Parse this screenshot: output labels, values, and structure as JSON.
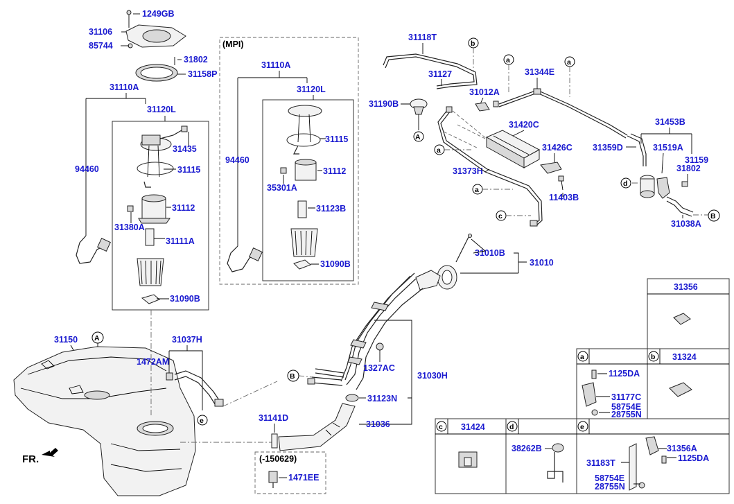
{
  "diagram": {
    "labels": {
      "p1249GB": "1249GB",
      "p31106": "31106",
      "p85744": "85744",
      "p31802a": "31802",
      "p31158P": "31158P",
      "p31110A_l": "31110A",
      "p31120L_l": "31120L",
      "p31435": "31435",
      "p94460_l": "94460",
      "p31115_l": "31115",
      "p31112_l": "31112",
      "p31380A": "31380A",
      "p31111A": "31111A",
      "p31090B_l": "31090B",
      "mpi": "(MPI)",
      "p31110A_r": "31110A",
      "p31120L_r": "31120L",
      "p31115_r": "31115",
      "p94460_r": "94460",
      "p31112_r": "31112",
      "p35301A": "35301A",
      "p31123B": "31123B",
      "p31090B_r": "31090B",
      "p31118T": "31118T",
      "p31127": "31127",
      "p31012A": "31012A",
      "p31344E": "31344E",
      "p31190B": "31190B",
      "p31420C": "31420C",
      "p31426C": "31426C",
      "p31373H": "31373H",
      "p11403B": "11403B",
      "p31453B": "31453B",
      "p31359D": "31359D",
      "p31519A": "31519A",
      "p31159": "31159",
      "p31802b": "31802",
      "p31038A": "31038A",
      "p31010B": "31010B",
      "p31010": "31010",
      "p31150": "31150",
      "p31037H": "31037H",
      "p1472AM": "1472AM",
      "p1327AC": "1327AC",
      "p31030H": "31030H",
      "p31123N": "31123N",
      "p31036": "31036",
      "p31141D": "31141D",
      "range": "(-150629)",
      "p1471EE": "1471EE",
      "fr": "FR.",
      "t31356": "31356",
      "t31324": "31324",
      "ta_head": "a",
      "tb_head": "b",
      "p1125DA_a": "1125DA",
      "p31177C": "31177C",
      "p58754E_a": "58754E",
      "p28755N_a": "28755N",
      "tc_head": "c",
      "t31424": "31424",
      "td_head": "d",
      "te_head": "e",
      "p38262B": "38262B",
      "p31356A": "31356A",
      "p31183T": "31183T",
      "p1125DA_e": "1125DA",
      "p58754E_e": "58754E",
      "p28755N_e": "28755N"
    },
    "circle_refs": {
      "A": "A",
      "B": "B",
      "a": "a",
      "b": "b",
      "c": "c",
      "d": "d",
      "e": "e"
    }
  }
}
